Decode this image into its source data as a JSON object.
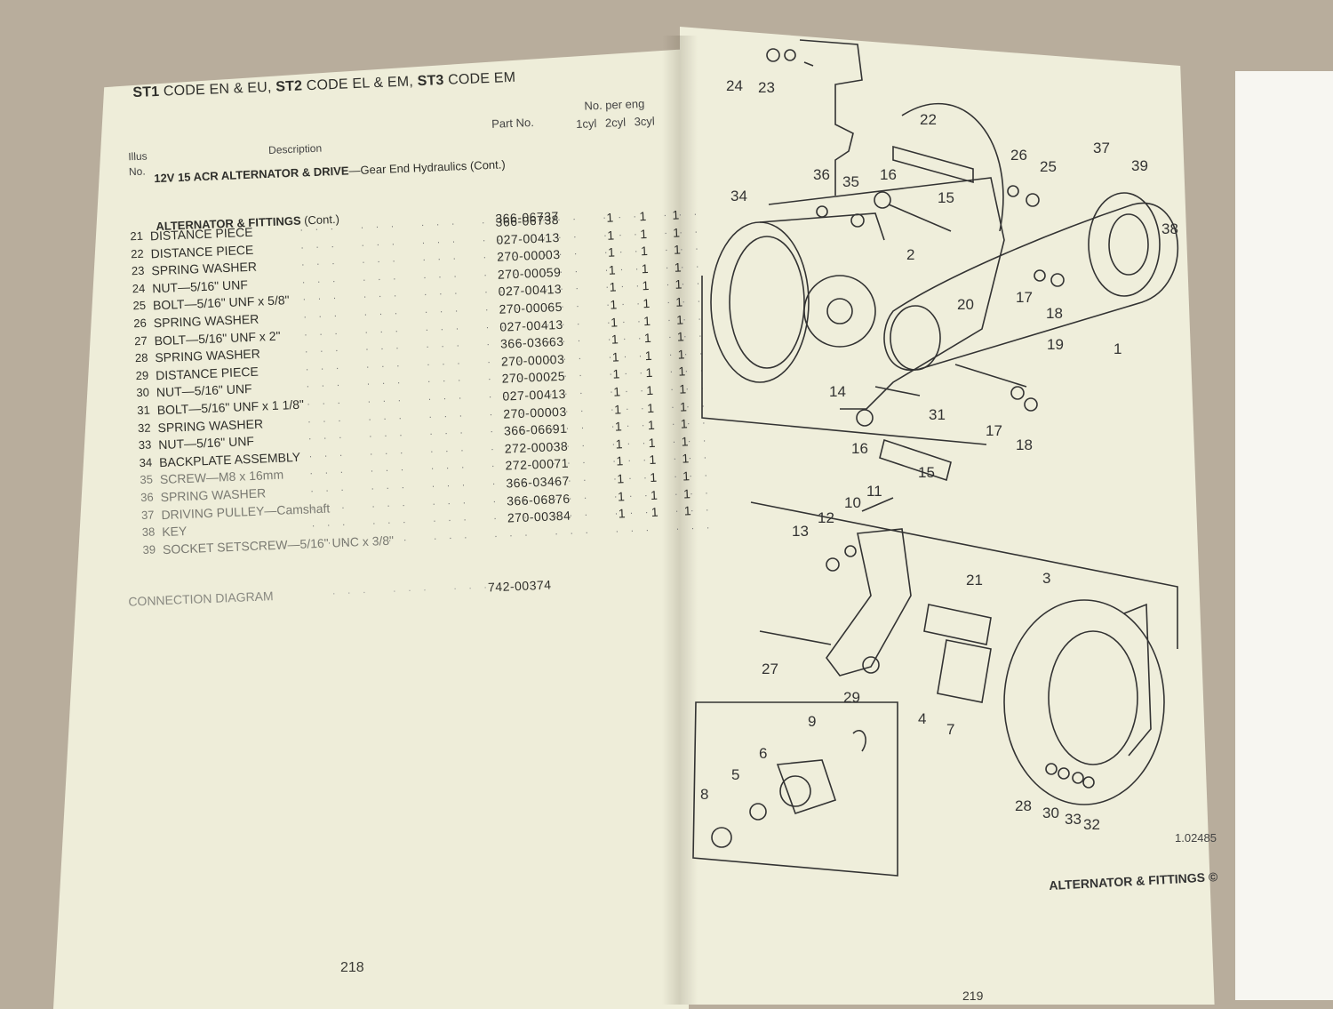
{
  "left_page": {
    "header_st1": "ST1",
    "header_code1": " CODE EN & EU, ",
    "header_st2": "ST2",
    "header_code2": " CODE EL & EM, ",
    "header_st3": "ST3",
    "header_code3": " CODE EM",
    "col_illus_1": "Illus",
    "col_illus_2": "No.",
    "col_description": "Description",
    "col_part_no": "Part No.",
    "col_no_per_eng": "No. per eng",
    "col_cyl": "1cyl 2cyl 3cyl",
    "section_title_bold": "12V 15 ACR ALTERNATOR & DRIVE",
    "section_title_rest": "—Gear End Hydraulics (Cont.)",
    "subsection_bold": "ALTERNATOR & FITTINGS",
    "subsection_rest": " (Cont.)",
    "first_part_no": "366-06737",
    "rows": [
      {
        "num": "21",
        "desc": "DISTANCE PIECE",
        "pn": "366-06738",
        "q1": "1",
        "q2": "1",
        "q3": "1"
      },
      {
        "num": "22",
        "desc": "DISTANCE PIECE",
        "pn": "027-00413",
        "q1": "1",
        "q2": "1",
        "q3": "1"
      },
      {
        "num": "23",
        "desc": "SPRING WASHER",
        "pn": "270-00003",
        "q1": "1",
        "q2": "1",
        "q3": "1"
      },
      {
        "num": "24",
        "desc": "NUT—5/16\" UNF",
        "pn": "270-00059",
        "q1": "1",
        "q2": "1",
        "q3": "1"
      },
      {
        "num": "25",
        "desc": "BOLT—5/16\" UNF x 5/8\"",
        "pn": "027-00413",
        "q1": "1",
        "q2": "1",
        "q3": "1"
      },
      {
        "num": "26",
        "desc": "SPRING WASHER",
        "pn": "270-00065",
        "q1": "1",
        "q2": "1",
        "q3": "1"
      },
      {
        "num": "27",
        "desc": "BOLT—5/16\" UNF x 2\"",
        "pn": "027-00413",
        "q1": "1",
        "q2": "1",
        "q3": "1"
      },
      {
        "num": "28",
        "desc": "SPRING WASHER",
        "pn": "366-03663",
        "q1": "1",
        "q2": "1",
        "q3": "1"
      },
      {
        "num": "29",
        "desc": "DISTANCE PIECE",
        "pn": "270-00003",
        "q1": "1",
        "q2": "1",
        "q3": "1"
      },
      {
        "num": "30",
        "desc": "NUT—5/16\" UNF",
        "pn": "270-00025",
        "q1": "1",
        "q2": "1",
        "q3": "1"
      },
      {
        "num": "31",
        "desc": "BOLT—5/16\" UNF x 1 1/8\"",
        "pn": "027-00413",
        "q1": "1",
        "q2": "1",
        "q3": "1"
      },
      {
        "num": "32",
        "desc": "SPRING WASHER",
        "pn": "270-00003",
        "q1": "1",
        "q2": "1",
        "q3": "1"
      },
      {
        "num": "33",
        "desc": "NUT—5/16\" UNF",
        "pn": "366-06691",
        "q1": "1",
        "q2": "1",
        "q3": "1"
      },
      {
        "num": "34",
        "desc": "BACKPLATE ASSEMBLY",
        "pn": "272-00038",
        "q1": "1",
        "q2": "1",
        "q3": "1"
      },
      {
        "num": "35",
        "desc": "SCREW—M8 x 16mm",
        "pn": "272-00071",
        "q1": "1",
        "q2": "1",
        "q3": "1"
      },
      {
        "num": "36",
        "desc": "SPRING WASHER",
        "pn": "366-03467",
        "q1": "1",
        "q2": "1",
        "q3": "1"
      },
      {
        "num": "37",
        "desc": "DRIVING PULLEY—Camshaft",
        "pn": "366-06876",
        "q1": "1",
        "q2": "1",
        "q3": "1"
      },
      {
        "num": "38",
        "desc": "KEY",
        "pn": "270-00384",
        "q1": "1",
        "q2": "1",
        "q3": "1"
      },
      {
        "num": "39",
        "desc": "SOCKET SETSCREW—5/16\" UNC x 3/8\"",
        "pn": "",
        "q1": "",
        "q2": "",
        "q3": ""
      }
    ],
    "row_dots": "... ... ... ... ... ... ...",
    "connection_label": "CONNECTION DIAGRAM",
    "connection_dots": "... ... ... ...",
    "connection_pn": "742-00374",
    "page_number": "218"
  },
  "right_page": {
    "caption": "ALTERNATOR & FITTINGS",
    "copyright": "©",
    "drawing_ref": "1.02485",
    "page_number": "219",
    "callouts": [
      "24",
      "23",
      "22",
      "36",
      "35",
      "16",
      "15",
      "26",
      "25",
      "37",
      "39",
      "34",
      "2",
      "38",
      "17",
      "18",
      "20",
      "19",
      "1",
      "14",
      "31",
      "17",
      "18",
      "16",
      "15",
      "11",
      "10",
      "12",
      "13",
      "21",
      "3",
      "27",
      "29",
      "9",
      "6",
      "5",
      "4",
      "7",
      "8",
      "28",
      "30",
      "33",
      "32"
    ]
  },
  "colors": {
    "background": "#b8ad9c",
    "page": "#eeedd9",
    "ink": "#2f2f2b"
  }
}
